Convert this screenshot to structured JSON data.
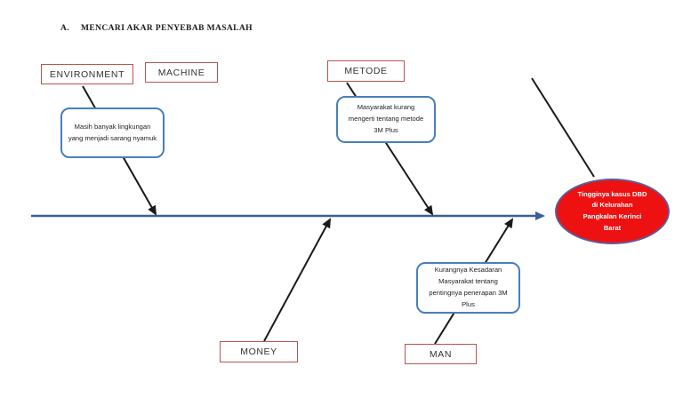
{
  "title": {
    "prefix": "A.",
    "text": "MENCARI AKAR PENYEBAB MASALAH"
  },
  "category_boxes": {
    "environment": "ENVIRONMENT",
    "machine": "MACHINE",
    "metode": "METODE",
    "money": "MONEY",
    "man": "MAN"
  },
  "cause_boxes": {
    "environment": "Masih banyak lingkungan yang menjadi sarang nyamuk",
    "metode": "Masyarakat kurang mengerti tentang metode 3M Plus",
    "man": "Kurangnya Kesadaran Masyarakat tentang pentingnya penerapan 3M Plus"
  },
  "effect": {
    "lines": [
      "Tingginya kasus DBD",
      "di Kelurahan",
      "Pangkalan Kerinci",
      "Barat"
    ]
  },
  "colors": {
    "category_border": "#b85450",
    "cause_border": "#4a7ebb",
    "spine": "#3a6096",
    "branch": "#1a1a1a",
    "effect_fill": "#ee1111",
    "effect_border": "#5c5c9e",
    "effect_text": "#ffffff"
  }
}
